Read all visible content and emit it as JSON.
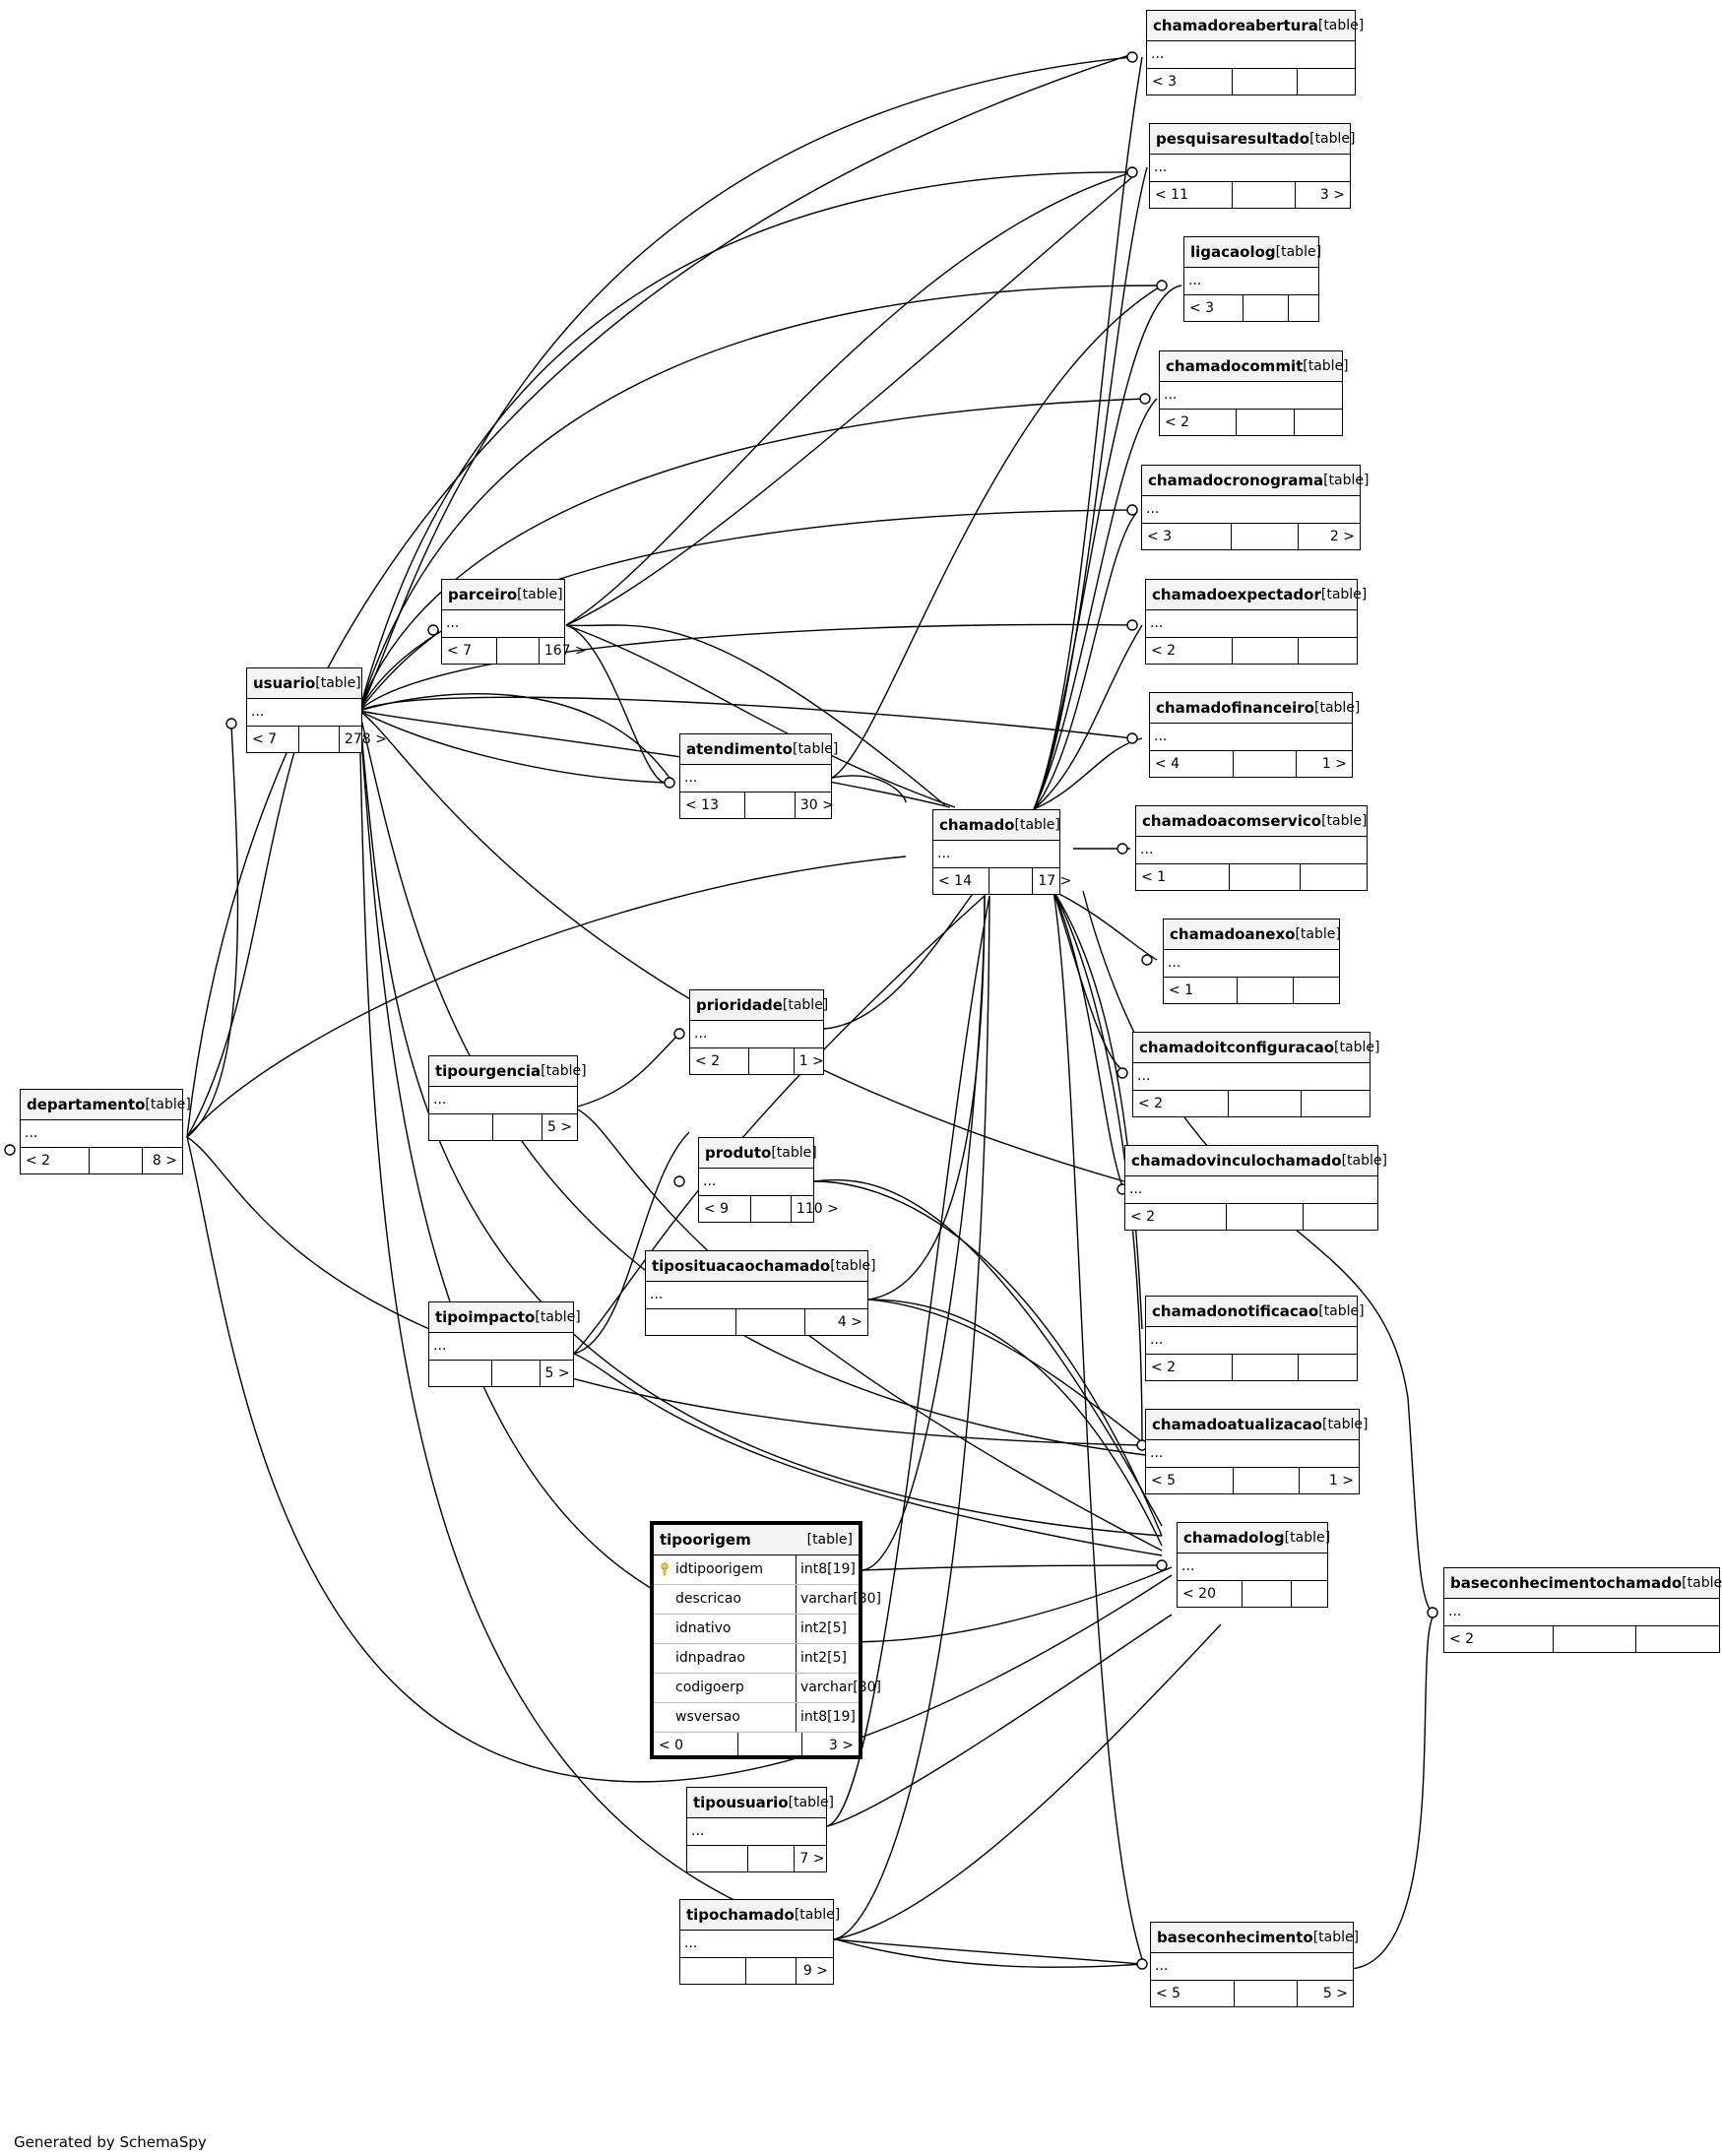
{
  "generated_by": "Generated by SchemaSpy",
  "table_tag": "[table]",
  "row_placeholder": "...",
  "tables": [
    {
      "id": "chamadoreabertura",
      "name": "chamadoreabertura",
      "parents": "< 3",
      "children": ""
    },
    {
      "id": "pesquisaresultado",
      "name": "pesquisaresultado",
      "parents": "< 11",
      "children": "3 >"
    },
    {
      "id": "ligacaolog",
      "name": "ligacaolog",
      "parents": "< 3",
      "children": ""
    },
    {
      "id": "chamadocommit",
      "name": "chamadocommit",
      "parents": "< 2",
      "children": ""
    },
    {
      "id": "chamadocronograma",
      "name": "chamadocronograma",
      "parents": "< 3",
      "children": "2 >"
    },
    {
      "id": "chamadoexpectador",
      "name": "chamadoexpectador",
      "parents": "< 2",
      "children": ""
    },
    {
      "id": "chamadofinanceiro",
      "name": "chamadofinanceiro",
      "parents": "< 4",
      "children": "1 >"
    },
    {
      "id": "chamadoacomservico",
      "name": "chamadoacomservico",
      "parents": "< 1",
      "children": ""
    },
    {
      "id": "chamadoanexo",
      "name": "chamadoanexo",
      "parents": "< 1",
      "children": ""
    },
    {
      "id": "chamadoitconfiguracao",
      "name": "chamadoitconfiguracao",
      "parents": "< 2",
      "children": ""
    },
    {
      "id": "chamadovinculochamado",
      "name": "chamadovinculochamado",
      "parents": "< 2",
      "children": ""
    },
    {
      "id": "chamadonotificacao",
      "name": "chamadonotificacao",
      "parents": "< 2",
      "children": ""
    },
    {
      "id": "chamadoatualizacao",
      "name": "chamadoatualizacao",
      "parents": "< 5",
      "children": "1 >"
    },
    {
      "id": "chamadolog",
      "name": "chamadolog",
      "parents": "< 20",
      "children": ""
    },
    {
      "id": "baseconhecimentochamado",
      "name": "baseconhecimentochamado",
      "parents": "< 2",
      "children": ""
    },
    {
      "id": "baseconhecimento",
      "name": "baseconhecimento",
      "parents": "< 5",
      "children": "5 >"
    },
    {
      "id": "chamado",
      "name": "chamado",
      "parents": "< 14",
      "children": "17 >"
    },
    {
      "id": "atendimento",
      "name": "atendimento",
      "parents": "< 13",
      "children": "30 >"
    },
    {
      "id": "parceiro",
      "name": "parceiro",
      "parents": "< 7",
      "children": "167 >"
    },
    {
      "id": "usuario",
      "name": "usuario",
      "parents": "< 7",
      "children": "278 >"
    },
    {
      "id": "departamento",
      "name": "departamento",
      "parents": "< 2",
      "children": "8 >"
    },
    {
      "id": "tipourgencia",
      "name": "tipourgencia",
      "parents": "",
      "children": "5 >"
    },
    {
      "id": "prioridade",
      "name": "prioridade",
      "parents": "< 2",
      "children": "1 >"
    },
    {
      "id": "produto",
      "name": "produto",
      "parents": "< 9",
      "children": "110 >"
    },
    {
      "id": "tiposituacaochamado",
      "name": "tiposituacaochamado",
      "parents": "",
      "children": "4 >"
    },
    {
      "id": "tipoimpacto",
      "name": "tipoimpacto",
      "parents": "",
      "children": "5 >"
    },
    {
      "id": "tipousuario",
      "name": "tipousuario",
      "parents": "",
      "children": "7 >"
    },
    {
      "id": "tipochamado",
      "name": "tipochamado",
      "parents": "",
      "children": "9 >"
    }
  ],
  "focus_table": {
    "name": "tipoorigem",
    "tag": "[table]",
    "columns": [
      {
        "name": "idtipoorigem",
        "type": "int8[19]",
        "pk": true
      },
      {
        "name": "descricao",
        "type": "varchar[80]",
        "pk": false
      },
      {
        "name": "idnativo",
        "type": "int2[5]",
        "pk": false
      },
      {
        "name": "idnpadrao",
        "type": "int2[5]",
        "pk": false
      },
      {
        "name": "codigoerp",
        "type": "varchar[80]",
        "pk": false
      },
      {
        "name": "wsversao",
        "type": "int8[19]",
        "pk": false
      }
    ],
    "parents": "< 0",
    "children": "3 >"
  },
  "colors": {
    "line": "#000000",
    "key": "#e8d44a"
  }
}
